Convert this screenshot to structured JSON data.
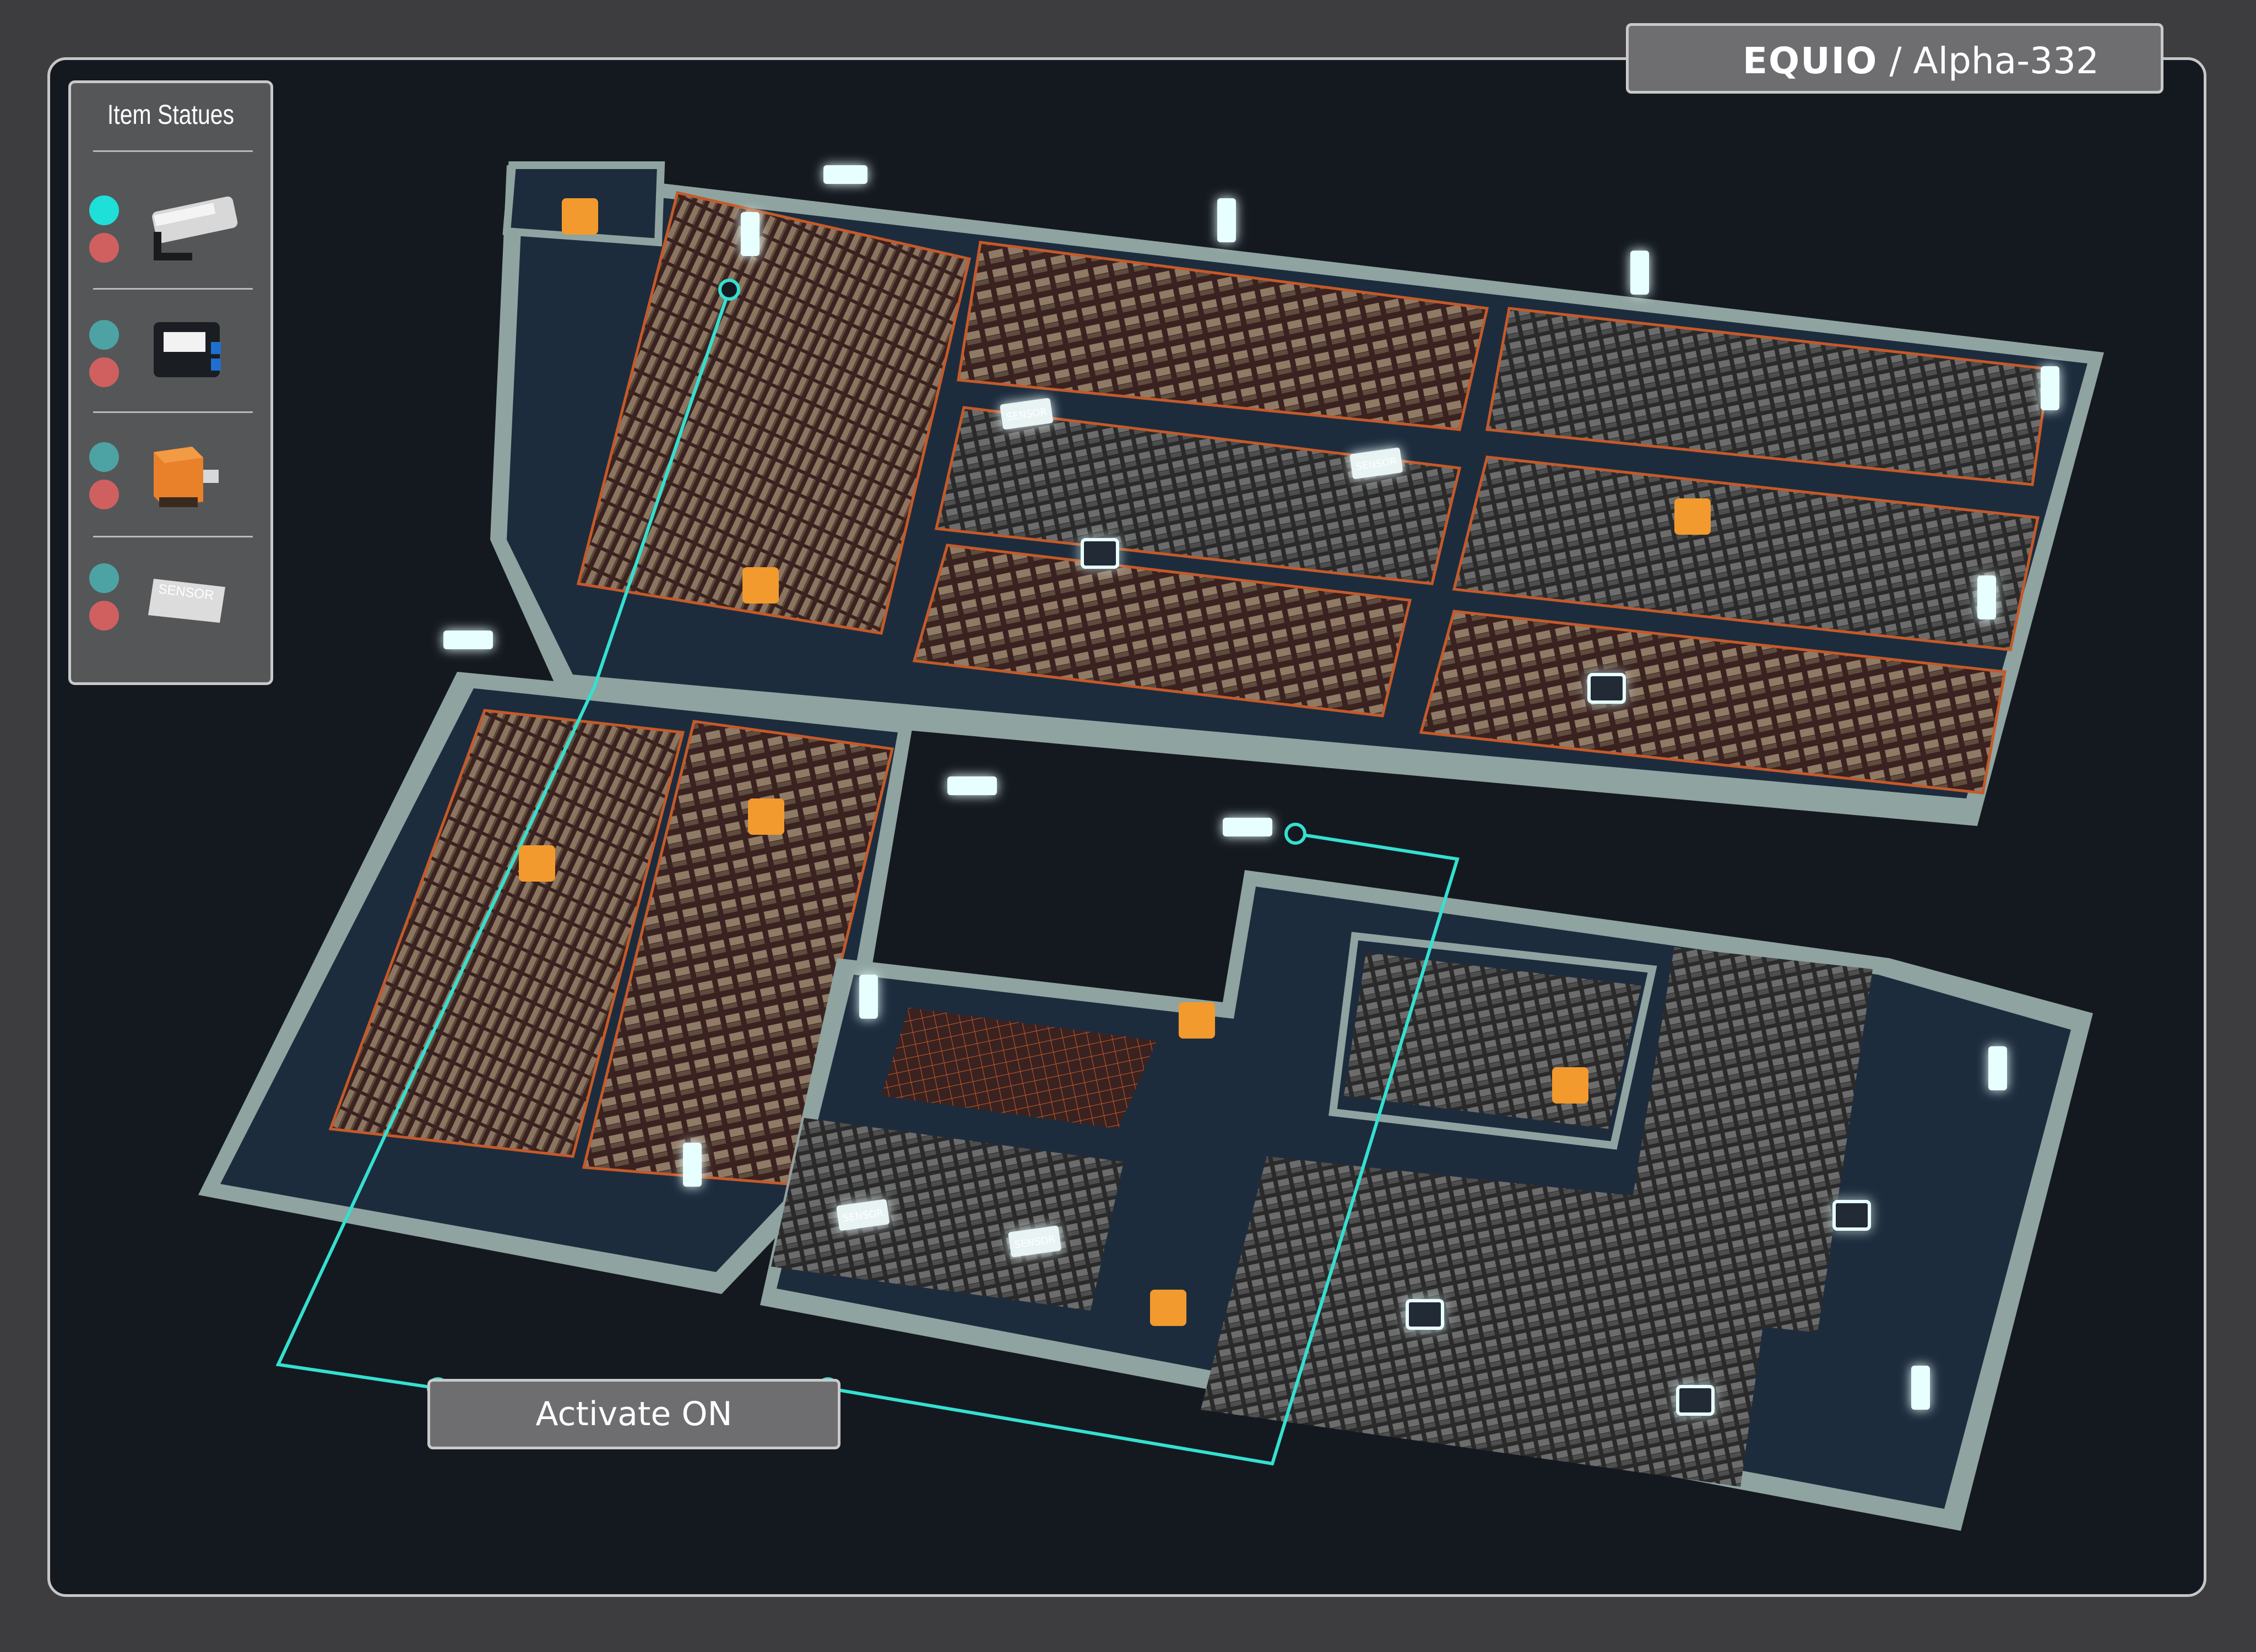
{
  "header": {
    "brand": "EQUIO",
    "separator": " / ",
    "site": "Alpha-332"
  },
  "legend": {
    "title": "Item Statues",
    "items": [
      {
        "icon": "security-camera-icon",
        "status_colors": [
          "#1fe0d8",
          "#d06060"
        ],
        "active_status": 0
      },
      {
        "icon": "control-box-icon",
        "status_colors": [
          "#4da3a3",
          "#d06060"
        ],
        "active_status": null
      },
      {
        "icon": "orange-device-icon",
        "status_colors": [
          "#4da3a3",
          "#d06060"
        ],
        "active_status": null
      },
      {
        "icon": "sensor-pad-icon",
        "label": "SENSOR",
        "status_colors": [
          "#4da3a3",
          "#d06060"
        ],
        "active_status": null
      }
    ]
  },
  "map": {
    "sensor_label": "SENSOR",
    "selection_color": "#35e0d0",
    "floor_color": "#1d2c3d",
    "wall_color": "#8fa3a0",
    "zone_color": "#3a2220",
    "zone_outline_color": "#c45a2a"
  },
  "action": {
    "button_label": "Activate ON"
  }
}
